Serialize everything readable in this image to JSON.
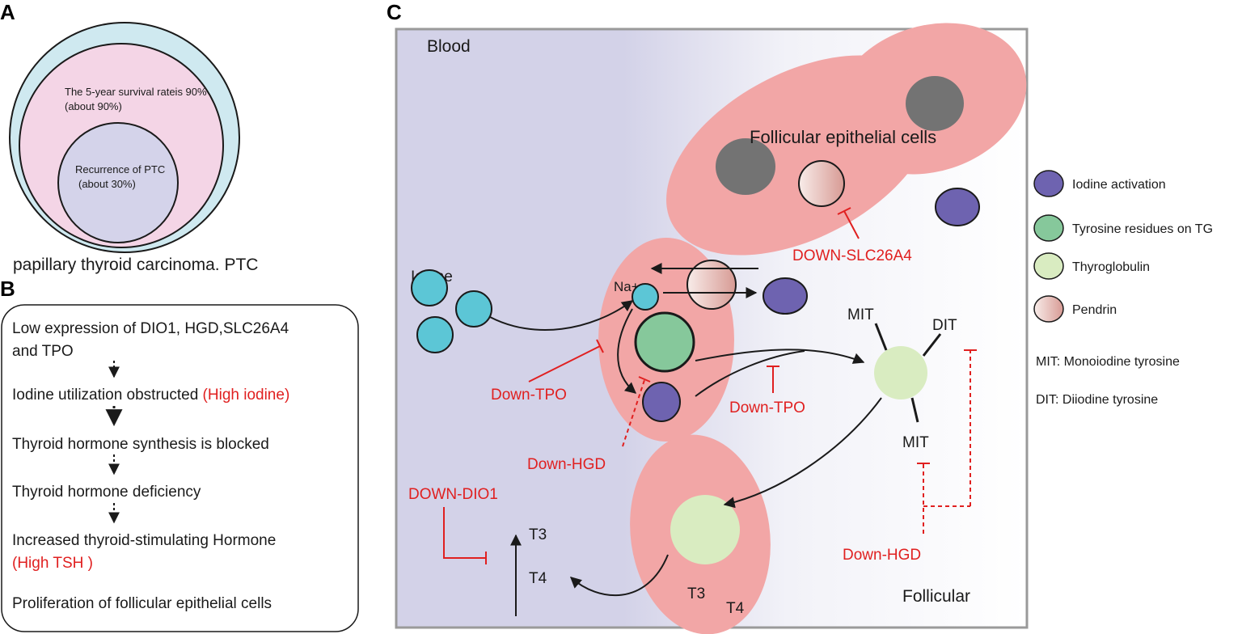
{
  "panel_a": {
    "letter": "A",
    "outer_label": "papillary thyroid carcinoma. PTC",
    "middle_label_line1": "The 5-year survival rateis 90%",
    "middle_label_line2": "(about 90%)",
    "inner_label_line1": "Recurrence of PTC",
    "inner_label_line2": "(about 30%)",
    "colors": {
      "outer": "#cfe9f0",
      "middle": "#f4d5e6",
      "inner": "#d4d3ea"
    }
  },
  "panel_b": {
    "letter": "B",
    "steps": [
      {
        "line1": "Low expression of DIO1, HGD,SLC26A4",
        "line2": "and TPO"
      },
      {
        "text": "Iodine utilization obstructed ",
        "highlight": "(High iodine)"
      },
      {
        "text": "Thyroid hormone synthesis is blocked"
      },
      {
        "text": "Thyroid hormone deficiency"
      },
      {
        "text": "Increased thyroid-stimulating Hormone",
        "highlight_line2": "(High TSH )"
      },
      {
        "text": "Proliferation of follicular epithelial cells"
      }
    ]
  },
  "panel_c": {
    "letter": "C",
    "labels": {
      "blood": "Blood",
      "follicular_cells": "Follicular epithelial cells",
      "iodine": "Iodine",
      "na": "Na+",
      "mit_top": "MIT",
      "dit": "DIT",
      "mit_bottom": "MIT",
      "t3_left": "T3",
      "t4_left": "T4",
      "t3_cell": "T3",
      "t4_cell": "T4",
      "follicular": "Follicular"
    },
    "inhibitors": {
      "slc26a4": "DOWN-SLC26A4",
      "tpo_left": "Down-TPO",
      "tpo_right": "Down-TPO",
      "hgd_left": "Down-HGD",
      "hgd_right": "Down-HGD",
      "dio1": "DOWN-DIO1"
    },
    "legend": [
      {
        "label": "Iodine activation",
        "color": "#6e63b0"
      },
      {
        "label": "Tyrosine residues on TG",
        "color": "#86c89b"
      },
      {
        "label": "Thyroglobulin",
        "color": "#d9ecc1"
      },
      {
        "label": "Pendrin",
        "color": "#efd3cf"
      }
    ],
    "abbreviations": [
      "MIT: Monoiodine tyrosine",
      "DIT: Diiodine tyrosine"
    ],
    "colors": {
      "cell": "#f2a6a6",
      "nucleus": "#737373",
      "iodine": "#5cc6d6",
      "inhibit": "#e02020"
    }
  }
}
